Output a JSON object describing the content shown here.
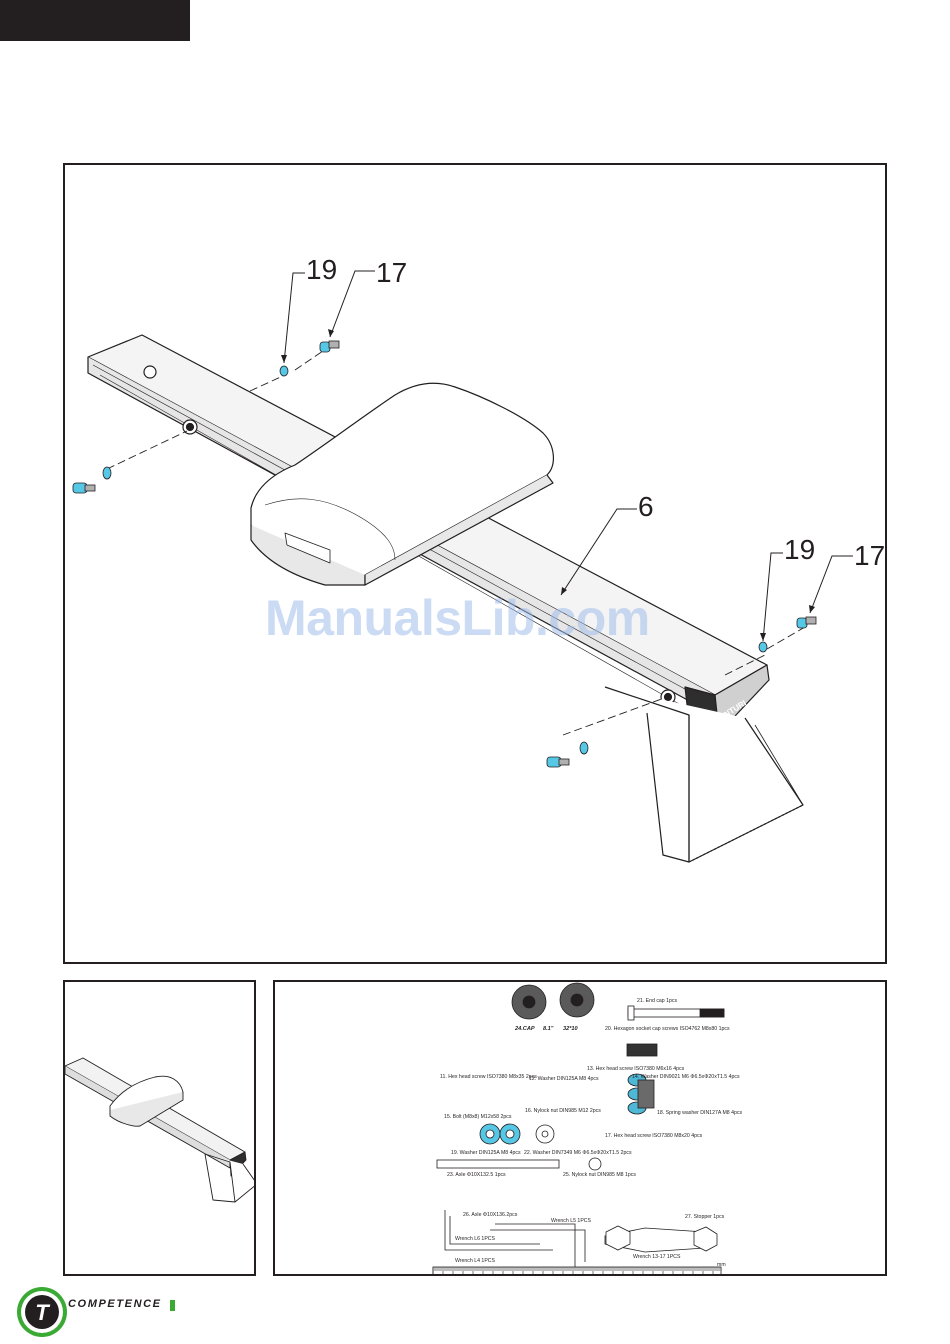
{
  "main_diagram": {
    "callouts": [
      {
        "label": "19"
      },
      {
        "label": "17"
      },
      {
        "label": "6"
      },
      {
        "label": "19"
      },
      {
        "label": "17"
      }
    ],
    "brand_on_part": "TUNTURI"
  },
  "watermark": "ManualsLib.com",
  "parts": {
    "caps": [
      "24.CAP",
      "8.1\"",
      "32*10"
    ],
    "end_cap": "21. End cap 1pcs",
    "hex_socket": "20. Hexagon socket cap screws ISO4762 M8x80 1pcs",
    "hex_head_1": "13. Hex head screw ISO7380 M6x16 4pcs",
    "hex_head_2": "11. Hex head screw ISO7380 M8x35 2pcs",
    "washer_1": "12. Washer DIN125A M8 4pcs",
    "washer_2": "14. Washer DIN9021 M6 Φ6.5xΦ20xT1.5 4pcs",
    "bolt": "15. Bolt (M8x8) M12x58 2pcs",
    "nylock_1": "16. Nylock nut DIN985 M12 2pcs",
    "spring_washer": "18. Spring washer DIN127A M8 4pcs",
    "hex_head_3": "17. Hex head screw ISO7380 M8x20 4pcs",
    "washer_3": "19. Washer DIN125A M8 4pcs",
    "washer_4": "22. Washer DIN7349 M6 Φ6.5xΦ20xT1.5 2pcs",
    "axle": "23. Axle Φ10X132.5 1pcs",
    "nylock_2": "25. Nylock nut DIN985 M8 1pcs",
    "axle_2": "26. Axle Φ10X136.2pcs",
    "wrench_1": "Wrench L5 1PCS",
    "wrench_2": "Wrench L6 1PCS",
    "wrench_3": "Wrench L4 1PCS",
    "stopper": "27. Stopper 1pcs",
    "wrench_4": "Wrench 13-17 1PCS",
    "ruler_unit": "mm"
  },
  "footer": {
    "brand": "COMPETENCE",
    "logo_letter": "T"
  }
}
